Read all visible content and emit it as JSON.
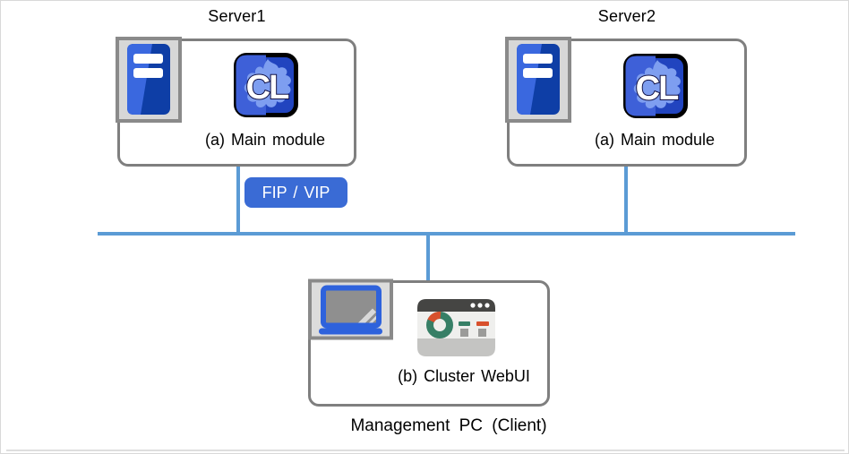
{
  "servers": [
    {
      "title": "Server1",
      "module_label": "(a) Main module"
    },
    {
      "title": "Server2",
      "module_label": "(a) Main module"
    }
  ],
  "network": {
    "fip_badge_label": "FIP / VIP"
  },
  "management": {
    "webui_label": "(b) Cluster WebUI",
    "caption": "Management PC (Client)"
  },
  "icons": {
    "server_tower": "server-tower-icon",
    "cluster_app": "cl-app-icon",
    "laptop": "laptop-icon",
    "webui_window": "dashboard-window-icon"
  },
  "colors": {
    "network_line": "#5B9BD5",
    "badge_blue": "#3A6BD5",
    "box_border": "#7F7F7F",
    "server_blue_light": "#3A68DF",
    "server_blue_dark": "#0E3EA6",
    "cl_blue_light": "#3E60D8",
    "cl_blue_dark": "#2144BF",
    "cl_splash": "#7E9EF0",
    "laptop_blue": "#2E62DC",
    "donut_teal": "#377F66",
    "donut_red": "#D8502C"
  }
}
